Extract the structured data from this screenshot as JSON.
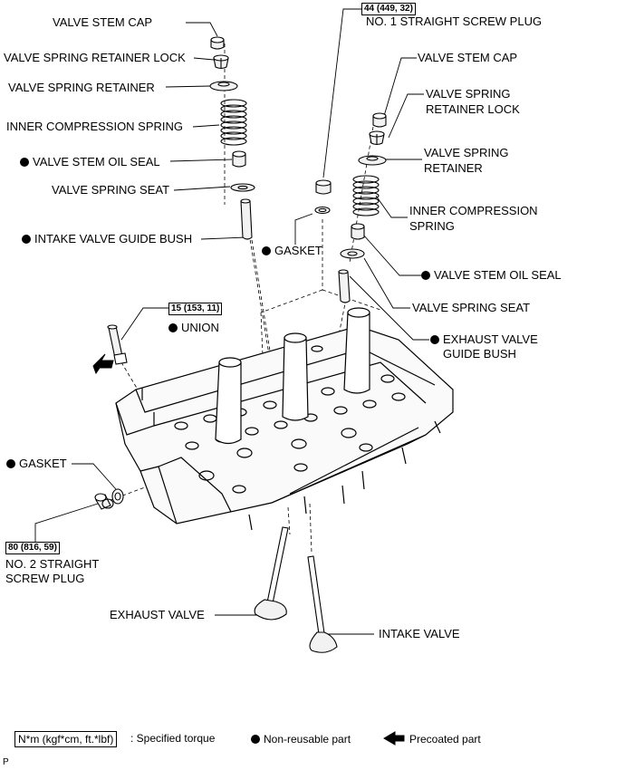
{
  "labels": {
    "valve_stem_cap_intake": "VALVE STEM CAP",
    "retainer_lock_intake": "VALVE SPRING RETAINER LOCK",
    "retainer_intake": "VALVE SPRING RETAINER",
    "inner_spring_intake": "INNER COMPRESSION SPRING",
    "oil_seal_intake": "VALVE STEM OIL SEAL",
    "spring_seat_intake": "VALVE SPRING SEAT",
    "intake_guide_bush": "INTAKE VALVE GUIDE BUSH",
    "torque_plug1": "44 (449, 32)",
    "plug1": "NO. 1 STRAIGHT SCREW PLUG",
    "valve_stem_cap_exhaust": "VALVE STEM CAP",
    "retainer_lock_exhaust_1": "VALVE SPRING",
    "retainer_lock_exhaust_2": "RETAINER LOCK",
    "retainer_exhaust_1": "VALVE SPRING",
    "retainer_exhaust_2": "RETAINER",
    "inner_spring_exhaust_1": "INNER COMPRESSION",
    "inner_spring_exhaust_2": "SPRING",
    "gasket_upper": "GASKET",
    "oil_seal_exhaust": "VALVE STEM OIL SEAL",
    "spring_seat_exhaust": "VALVE SPRING SEAT",
    "torque_union": "15 (153, 11)",
    "union": "UNION",
    "exhaust_guide_bush_1": "EXHAUST VALVE",
    "exhaust_guide_bush_2": "GUIDE BUSH",
    "gasket_lower": "GASKET",
    "torque_plug2": "80 (816, 59)",
    "plug2_1": "NO. 2 STRAIGHT",
    "plug2_2": "SCREW PLUG",
    "exhaust_valve": "EXHAUST VALVE",
    "intake_valve": "INTAKE VALVE"
  },
  "legend": {
    "torque_box": "N*m (kgf*cm, ft.*lbf)",
    "torque_text": ": Specified torque",
    "nonreusable": "Non-reusable part",
    "precoated": "Precoated part"
  },
  "corner_mark": "P",
  "colors": {
    "ink": "#000000",
    "paper": "#ffffff",
    "part_fill": "#f2f2f2"
  }
}
